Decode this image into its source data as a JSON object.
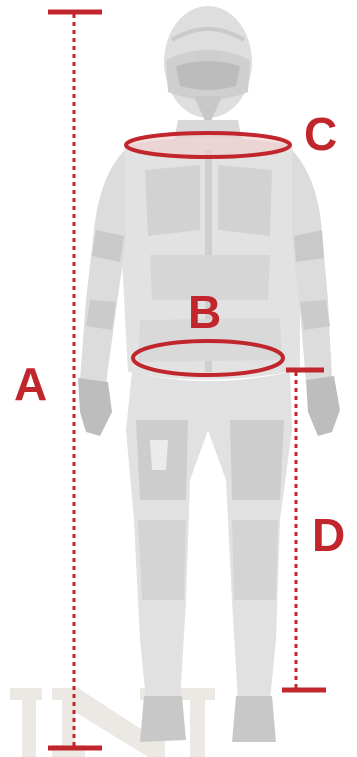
{
  "labels": {
    "height": "A",
    "waist": "B",
    "chest": "C",
    "inseam": "D"
  },
  "colors": {
    "measure_red": "#c0262c",
    "suit_light": "#e3e3e3",
    "suit_mid": "#cfcfcf",
    "suit_dark": "#b6b6b6",
    "chest_highlight": "#f3c9c9",
    "watermark": "#eae6e2"
  },
  "icons": {
    "figure": "rider-in-motorcycle-suit-icon",
    "watermark": "brand-watermark-logo"
  }
}
